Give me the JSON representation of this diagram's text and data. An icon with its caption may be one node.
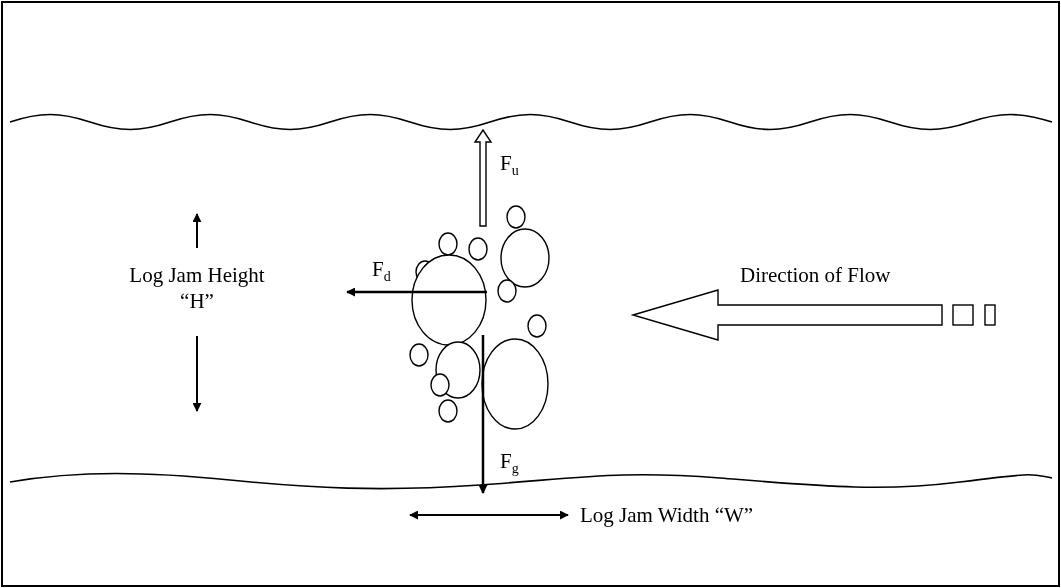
{
  "diagram": {
    "labels": [
      "F$_{u}$",
      "F$_{d}$",
      "Log Jam Height “H”",
      "Direction of Flow",
      "F$_{g}$",
      "Log Jam Width “W”"
    ]
  }
}
